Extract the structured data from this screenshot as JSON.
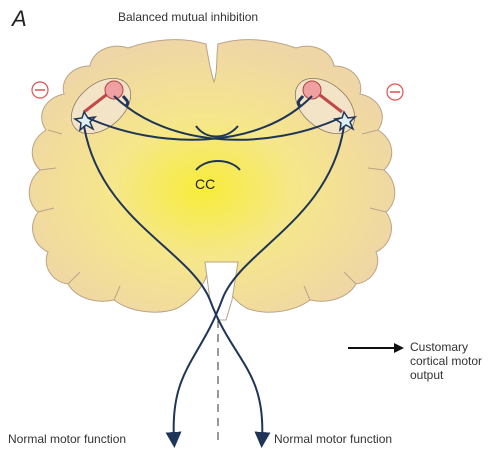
{
  "figure": {
    "panel_letter": "A",
    "title": "Balanced mutual inhibition",
    "center_label": "CC",
    "legend": {
      "lines": [
        "Customary",
        "cortical motor",
        "output"
      ]
    },
    "outputs": {
      "left": "Normal motor function",
      "right": "Normal motor function"
    },
    "colors": {
      "brain_tissue": "#f0d9a8",
      "brain_outline": "#b9a488",
      "center_glow": "#f7e94a",
      "pathway": "#1f3557",
      "inhibition_symbol": "#e05050",
      "neuron_body": "#f0a0a0"
    },
    "icons": {
      "inhibition": "minus-in-circle-icon",
      "pyramidal_cell": "star-neuron-icon",
      "interneuron": "pink-neuron-icon",
      "legend_arrow": "right-arrow-icon"
    }
  }
}
